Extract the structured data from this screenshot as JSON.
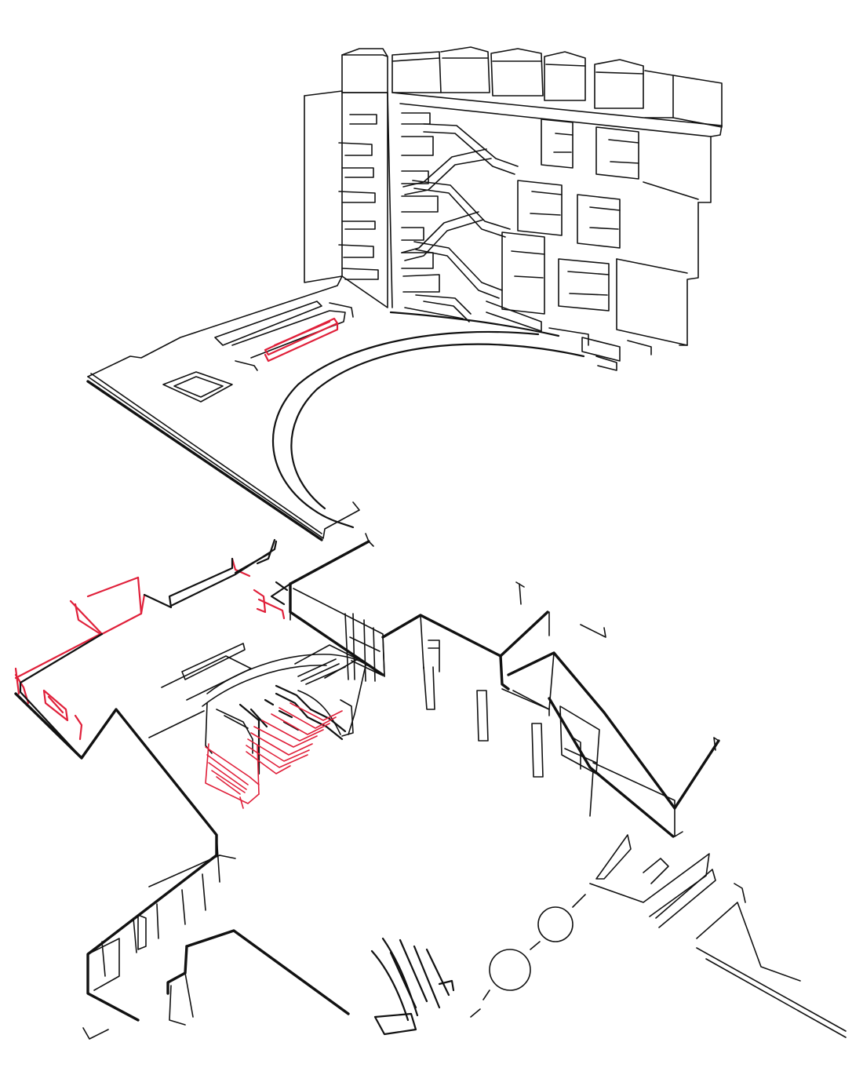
{
  "drawing": {
    "colors": {
      "paper": "#ffffff",
      "ink": "#111111",
      "accent_red": "#e0203a",
      "shadow": "#e9e9e9"
    },
    "parts": [
      "upper-terraced-atrium-block",
      "curved-ramp-plaza",
      "lower-floor-plan-volume",
      "red-highlighted-grand-stair"
    ]
  }
}
